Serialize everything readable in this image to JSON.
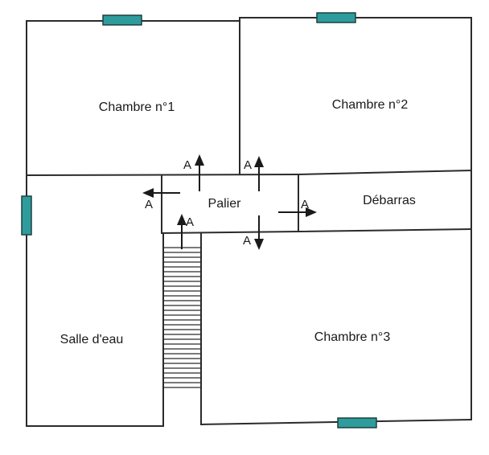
{
  "rooms": {
    "chambre1": "Chambre n°1",
    "chambre2": "Chambre n°2",
    "palier": "Palier",
    "debarras": "Débarras",
    "salle_eau": "Salle d'eau",
    "chambre3": "Chambre n°3"
  },
  "arrow_label": "A",
  "colors": {
    "wall": "#2b2b2b",
    "window": "#2e9c9c",
    "arrow": "#1a1a1a"
  }
}
